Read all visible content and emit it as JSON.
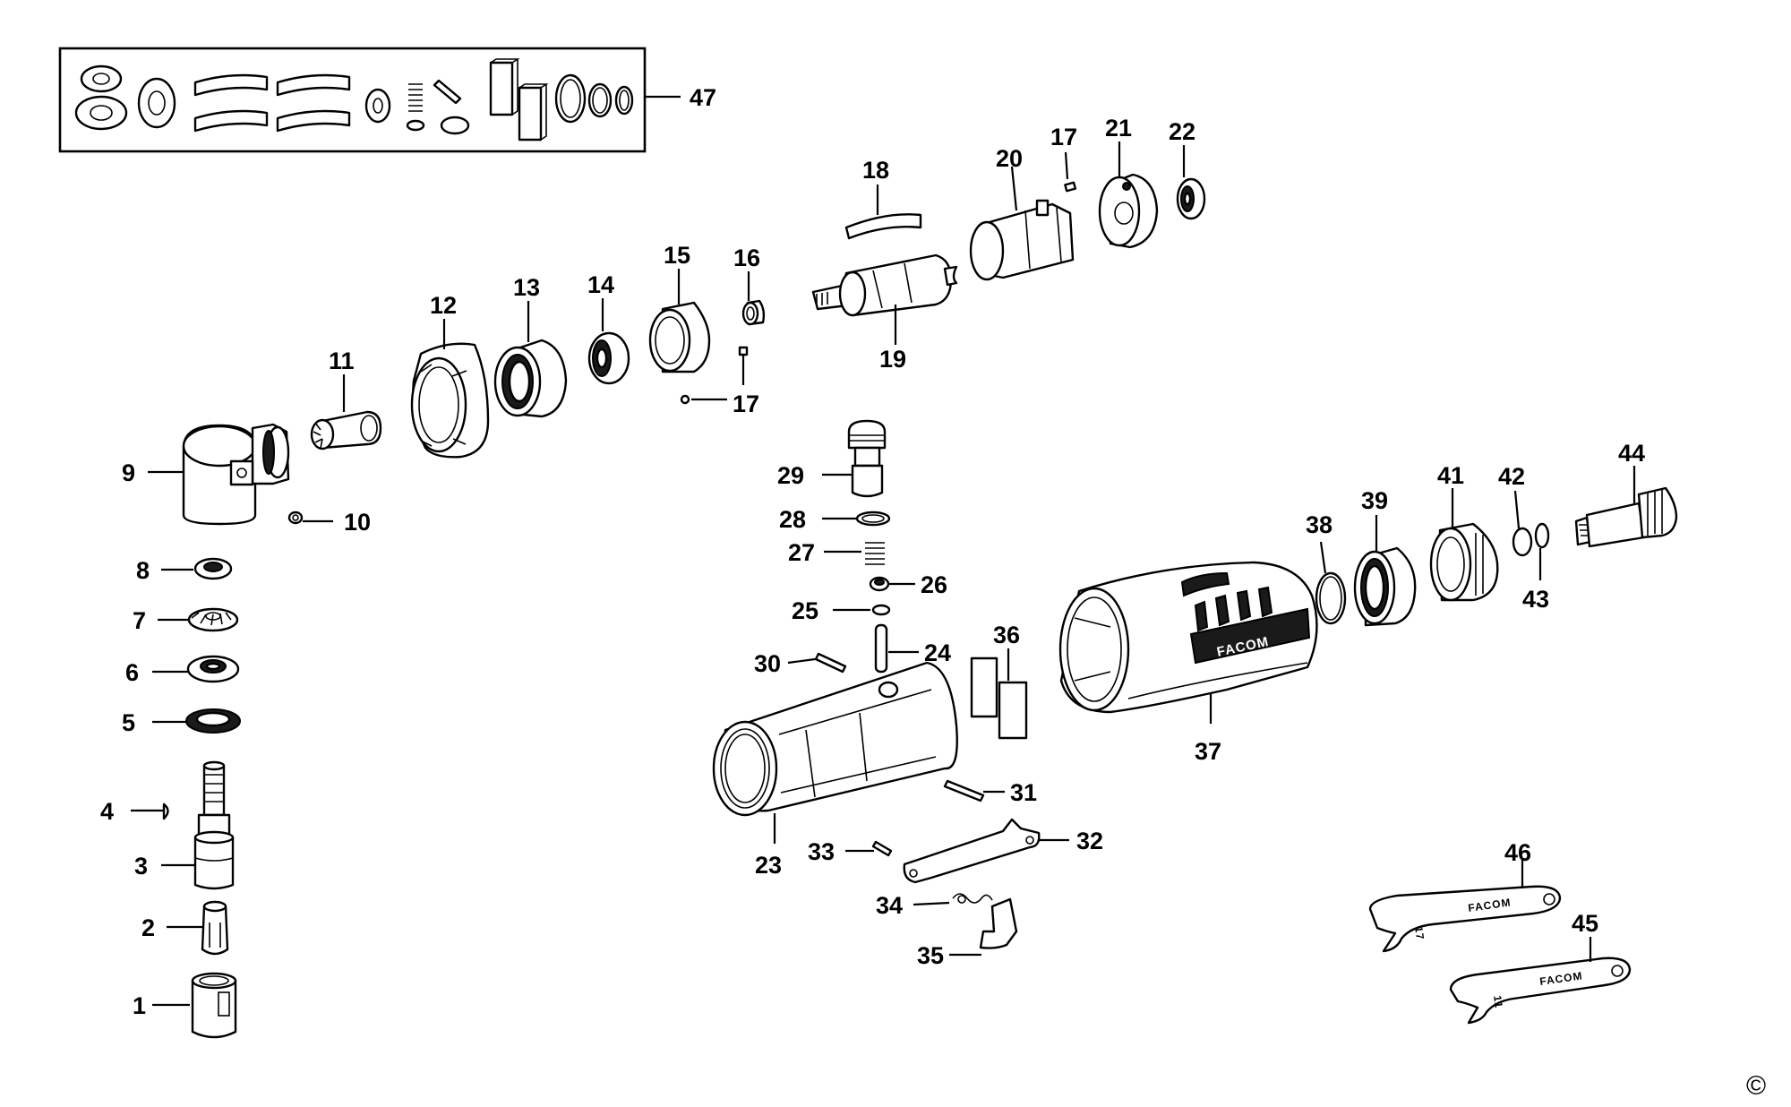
{
  "diagram": {
    "callouts": {
      "p1": "1",
      "p2": "2",
      "p3": "3",
      "p4": "4",
      "p5": "5",
      "p6": "6",
      "p7": "7",
      "p8": "8",
      "p9": "9",
      "p10": "10",
      "p11": "11",
      "p12": "12",
      "p13": "13",
      "p14": "14",
      "p15": "15",
      "p16": "16",
      "p17a": "17",
      "p17b": "17",
      "p18": "18",
      "p19": "19",
      "p20": "20",
      "p21": "21",
      "p22": "22",
      "p23": "23",
      "p24": "24",
      "p25": "25",
      "p26": "26",
      "p27": "27",
      "p28": "28",
      "p29": "29",
      "p30": "30",
      "p31": "31",
      "p32": "32",
      "p33": "33",
      "p34": "34",
      "p35": "35",
      "p36": "36",
      "p37": "37",
      "p38": "38",
      "p39": "39",
      "p41": "41",
      "p42": "42",
      "p43": "43",
      "p44": "44",
      "p45": "45",
      "p46": "46",
      "p47": "47"
    },
    "brand_on_housing": "FACOM",
    "wrench_46": {
      "size": "17",
      "brand": "FACOM"
    },
    "wrench_45": {
      "size": "11",
      "brand": "FACOM"
    },
    "copyright": "©"
  }
}
